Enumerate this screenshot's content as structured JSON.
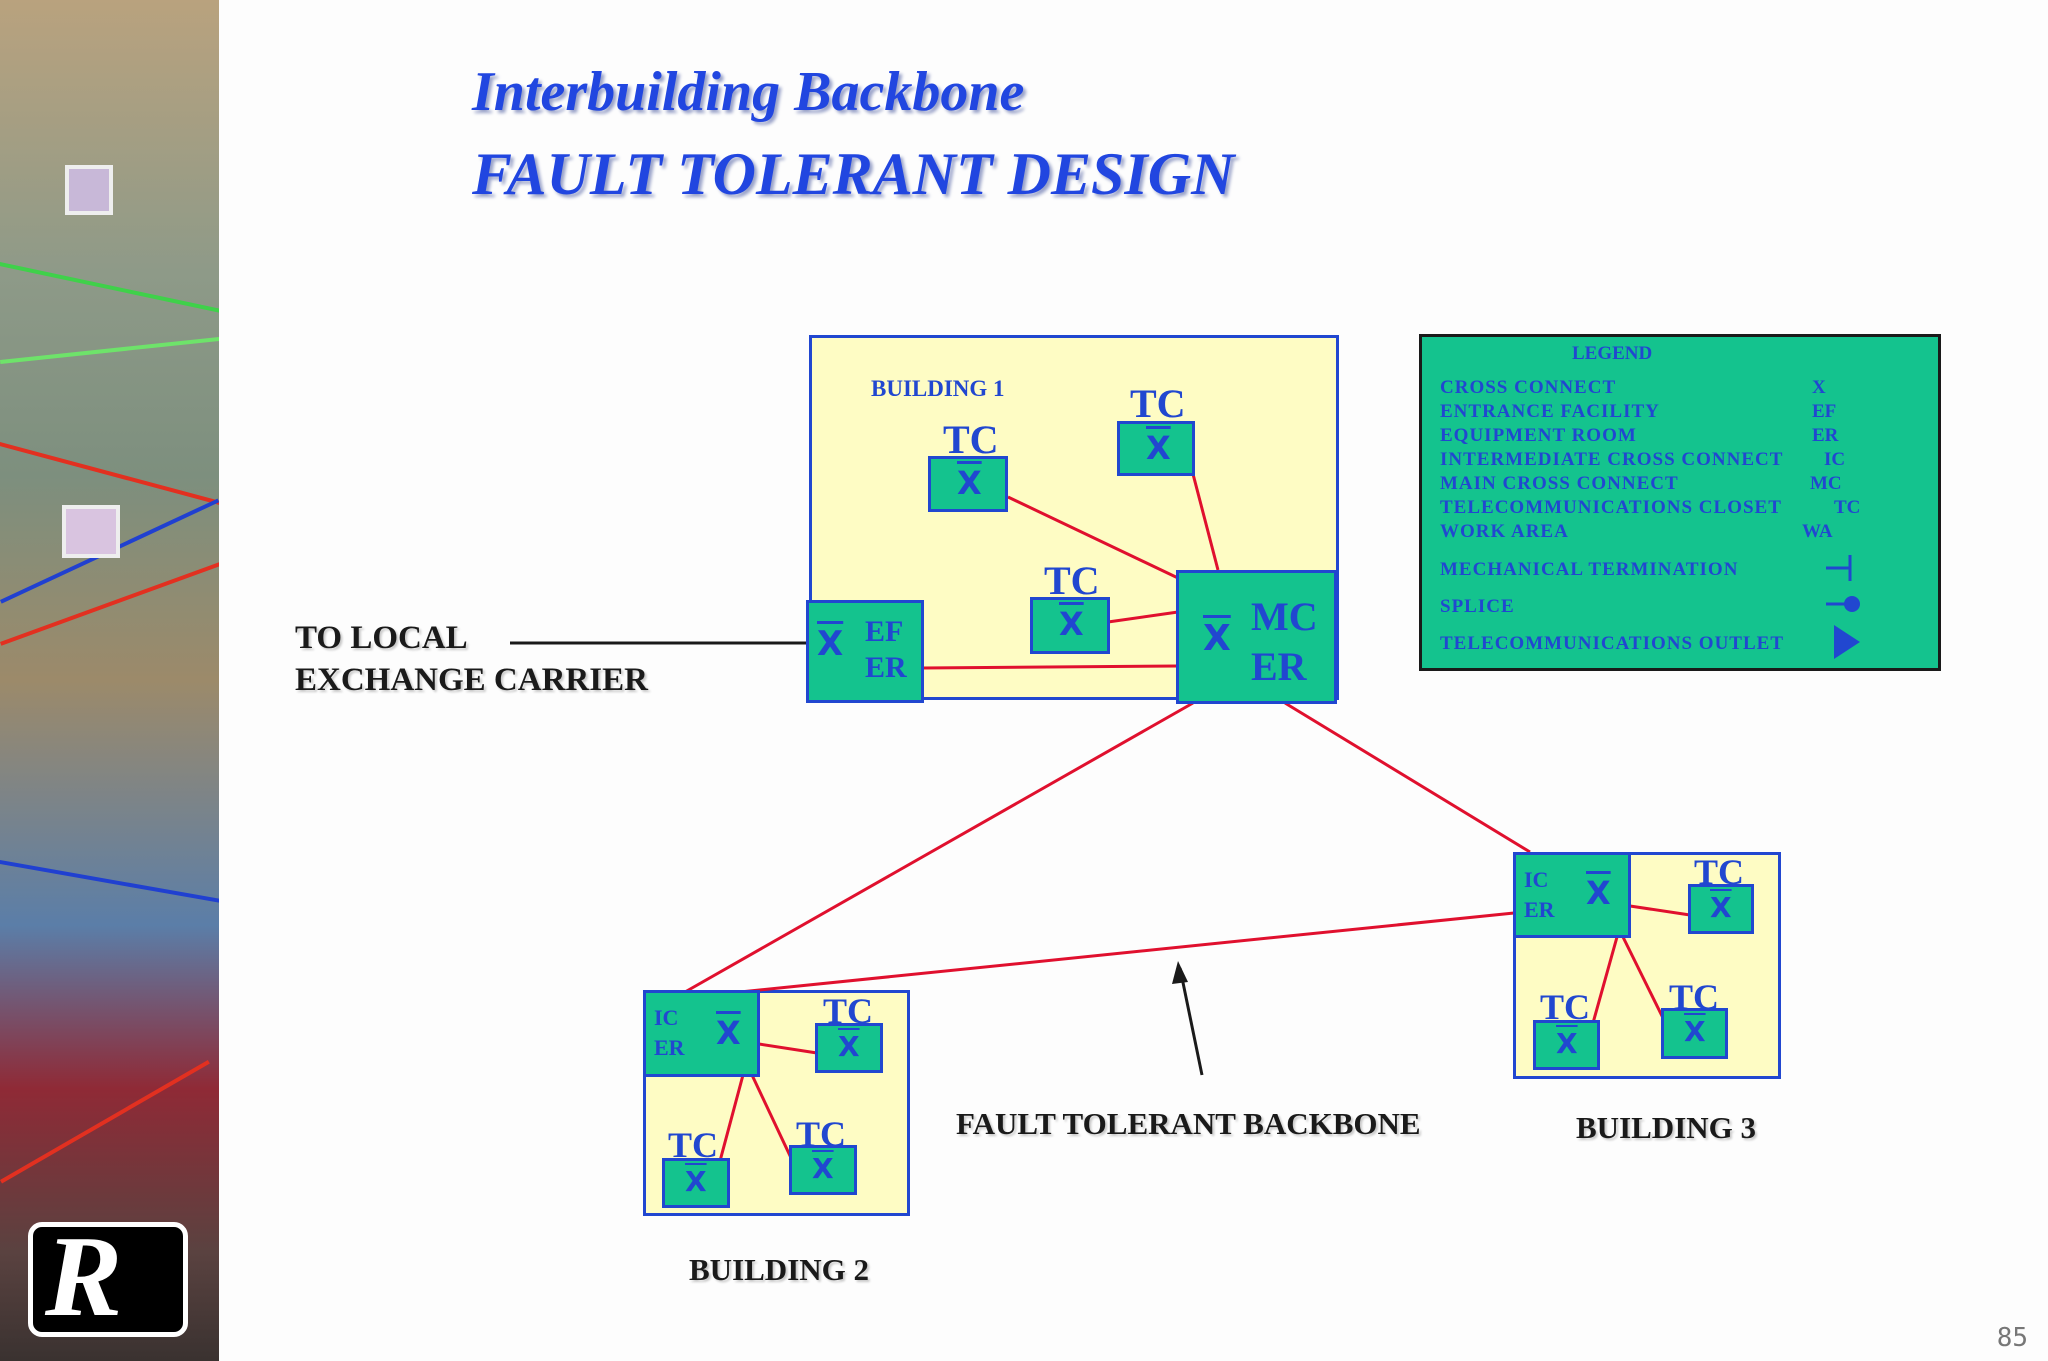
{
  "title_line1": "Interbuilding Backbone",
  "title_line2": "FAULT TOLERANT DESIGN",
  "page_number": "85",
  "logo_letter": "R",
  "building1": {
    "label": "BUILDING  1",
    "tc": "TC",
    "x": "X",
    "ef": "EF",
    "er": "ER",
    "mc": "MC"
  },
  "building2": {
    "label": "BUILDING 2",
    "ic": "IC",
    "er": "ER",
    "tc": "TC",
    "x": "X"
  },
  "building3": {
    "label": "BUILDING  3",
    "ic": "IC",
    "er": "ER",
    "tc": "TC",
    "x": "X"
  },
  "carrier_line1": "TO  LOCAL",
  "carrier_line2": "EXCHANGE CARRIER",
  "backbone_label": "FAULT TOLERANT BACKBONE",
  "legend": {
    "title": "LEGEND",
    "items": [
      {
        "name": "CROSS CONNECT",
        "abbr": "X"
      },
      {
        "name": "ENTRANCE FACILITY",
        "abbr": "EF"
      },
      {
        "name": "EQUIPMENT  ROOM",
        "abbr": "ER"
      },
      {
        "name": "INTERMEDIATE  CROSS  CONNECT",
        "abbr": "IC"
      },
      {
        "name": "MAIN  CROSS  CONNECT",
        "abbr": "MC"
      },
      {
        "name": "TELECOMMUNICATIONS  CLOSET",
        "abbr": "TC"
      },
      {
        "name": "WORK  AREA",
        "abbr": "WA"
      }
    ],
    "symbols": [
      {
        "name": "MECHANICAL  TERMINATION",
        "icon": "mechanical-termination-icon"
      },
      {
        "name": "SPLICE",
        "icon": "splice-icon"
      },
      {
        "name": "TELECOMMUNICATIONS  OUTLET",
        "icon": "outlet-triangle-icon"
      }
    ]
  },
  "colors": {
    "title": "#2146e0",
    "box": "#14c38e",
    "building": "#fefcc4",
    "wire": "#e0102e",
    "text_blue": "#2147d0"
  }
}
